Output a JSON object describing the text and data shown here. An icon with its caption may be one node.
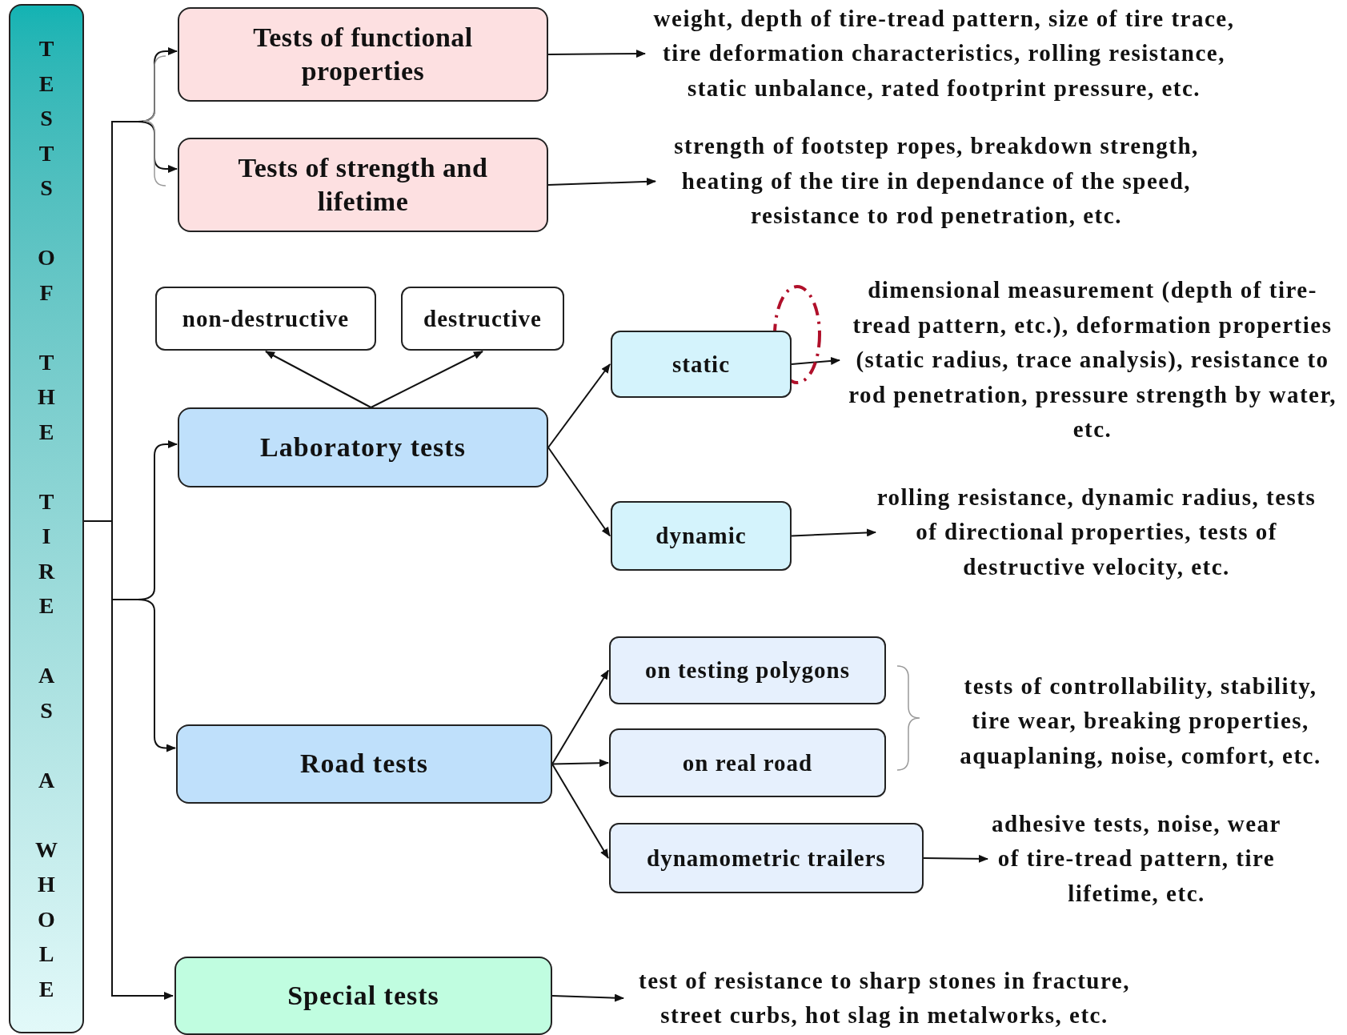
{
  "diagram": {
    "nodes": [
      {
        "text": [
          "TESTS OF THE TIRE AS A WHOLE"
        ]
      },
      {
        "text": [
          "Tests of functional properties"
        ]
      },
      {
        "text": [
          "weight, depth of tire-tread pattern, size of tire trace, tire deformation characteristics, rolling resistance, static unbalance, rated footprint pressure, etc."
        ]
      },
      {
        "text": [
          "Tests of strength and lifetime"
        ]
      },
      {
        "text": [
          "strength of footstep ropes, breakdown strength, heating of the tire in dependance of the speed, resistance to rod penetration, etc."
        ]
      },
      {
        "text": [
          "non-destructive"
        ]
      },
      {
        "text": [
          "destructive"
        ]
      },
      {
        "text": [
          "Laboratory tests"
        ]
      },
      {
        "text": [
          "static"
        ]
      },
      {
        "text": [
          "dimensional measurement (depth of tire-tread pattern, etc.), deformation properties (static radius, trace analysis), resistance to rod penetration, pressure strength by water, etc."
        ]
      },
      {
        "text": [
          "dynamic"
        ]
      },
      {
        "text": [
          "rolling resistance, dynamic radius, tests of directional properties, tests of destructive velocity, etc."
        ]
      },
      {
        "text": [
          "Road tests"
        ]
      },
      {
        "text": [
          "on testing polygons"
        ]
      },
      {
        "text": [
          "on real road"
        ]
      },
      {
        "text": [
          "dynamometric trailers"
        ]
      },
      {
        "text": [
          "tests of controllability, stability, tire wear, breaking properties, aquaplaning, noise, comfort, etc."
        ]
      },
      {
        "text": [
          "adhesive tests, noise, wear of tire-tread pattern, tire lifetime, etc."
        ]
      },
      {
        "text": [
          "Special tests"
        ]
      },
      {
        "text": [
          "test of resistance to sharp stones in fracture, street curbs, hot slag in metalworks, etc."
        ]
      }
    ],
    "edges": [
      {
        "from": 0,
        "to": 1,
        "arrow": "to"
      },
      {
        "from": 0,
        "to": 3,
        "arrow": "to"
      },
      {
        "from": 0,
        "to": 7,
        "arrow": "to"
      },
      {
        "from": 0,
        "to": 12,
        "arrow": "to"
      },
      {
        "from": 0,
        "to": 18,
        "arrow": "to"
      },
      {
        "from": 1,
        "to": 2,
        "arrow": "to"
      },
      {
        "from": 3,
        "to": 4,
        "arrow": "to"
      },
      {
        "from": 7,
        "to": 5,
        "arrow": "to"
      },
      {
        "from": 7,
        "to": 6,
        "arrow": "to"
      },
      {
        "from": 7,
        "to": 8,
        "arrow": "to"
      },
      {
        "from": 7,
        "to": 10,
        "arrow": "to"
      },
      {
        "from": 8,
        "to": 9,
        "arrow": "to"
      },
      {
        "from": 10,
        "to": 11,
        "arrow": "to"
      },
      {
        "from": 12,
        "to": 13,
        "arrow": "to"
      },
      {
        "from": 12,
        "to": 14,
        "arrow": "to"
      },
      {
        "from": 12,
        "to": 15,
        "arrow": "to"
      },
      {
        "from": 15,
        "to": 17,
        "arrow": "to"
      },
      {
        "from": 18,
        "to": 19,
        "arrow": "to"
      }
    ]
  }
}
